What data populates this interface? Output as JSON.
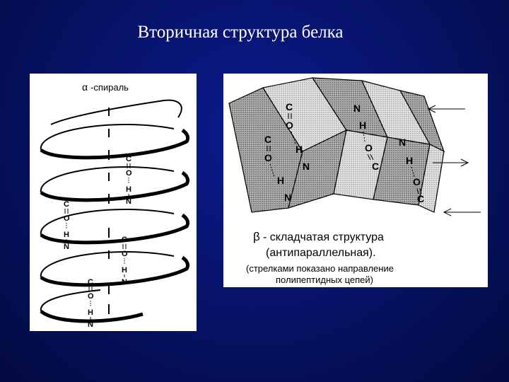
{
  "slide": {
    "title": "Вторичная структура белка"
  },
  "alpha_panel": {
    "label_symbol": "α",
    "label_text": "-спираль",
    "atoms": {
      "C": "C",
      "O": "O",
      "H": "H",
      "N": "N"
    }
  },
  "beta_panel": {
    "label_symbol": "β",
    "label_line1": "- складчатая структура",
    "label_line2": "(антипараллельная).",
    "caption_line1": "(стрелками показано направление",
    "caption_line2": "полипептидных цепей)",
    "atoms": {
      "C": "C",
      "O": "O",
      "H": "H",
      "N": "N"
    }
  },
  "colors": {
    "background": "#061263",
    "title_text": "#ffffff",
    "panel_bg": "#ffffff",
    "ink": "#000000",
    "sheet_dark": "#9a9a9a",
    "sheet_light": "#e2e2e2"
  }
}
